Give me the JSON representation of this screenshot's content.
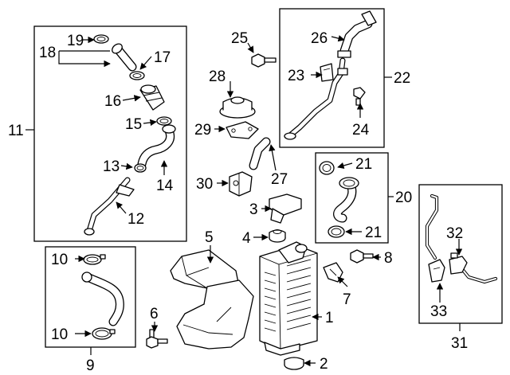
{
  "callouts": {
    "c1": "1",
    "c2": "2",
    "c3": "3",
    "c4": "4",
    "c5": "5",
    "c6": "6",
    "c7": "7",
    "c8": "8",
    "c9": "9",
    "c10a": "10",
    "c10b": "10",
    "c11": "11",
    "c12": "12",
    "c13": "13",
    "c14": "14",
    "c15": "15",
    "c16": "16",
    "c17": "17",
    "c18": "18",
    "c19": "19",
    "c20": "20",
    "c21a": "21",
    "c21b": "21",
    "c22": "22",
    "c23": "23",
    "c24": "24",
    "c25": "25",
    "c26": "26",
    "c27": "27",
    "c28": "28",
    "c29": "29",
    "c30": "30",
    "c31": "31",
    "c32": "32",
    "c33": "33"
  }
}
